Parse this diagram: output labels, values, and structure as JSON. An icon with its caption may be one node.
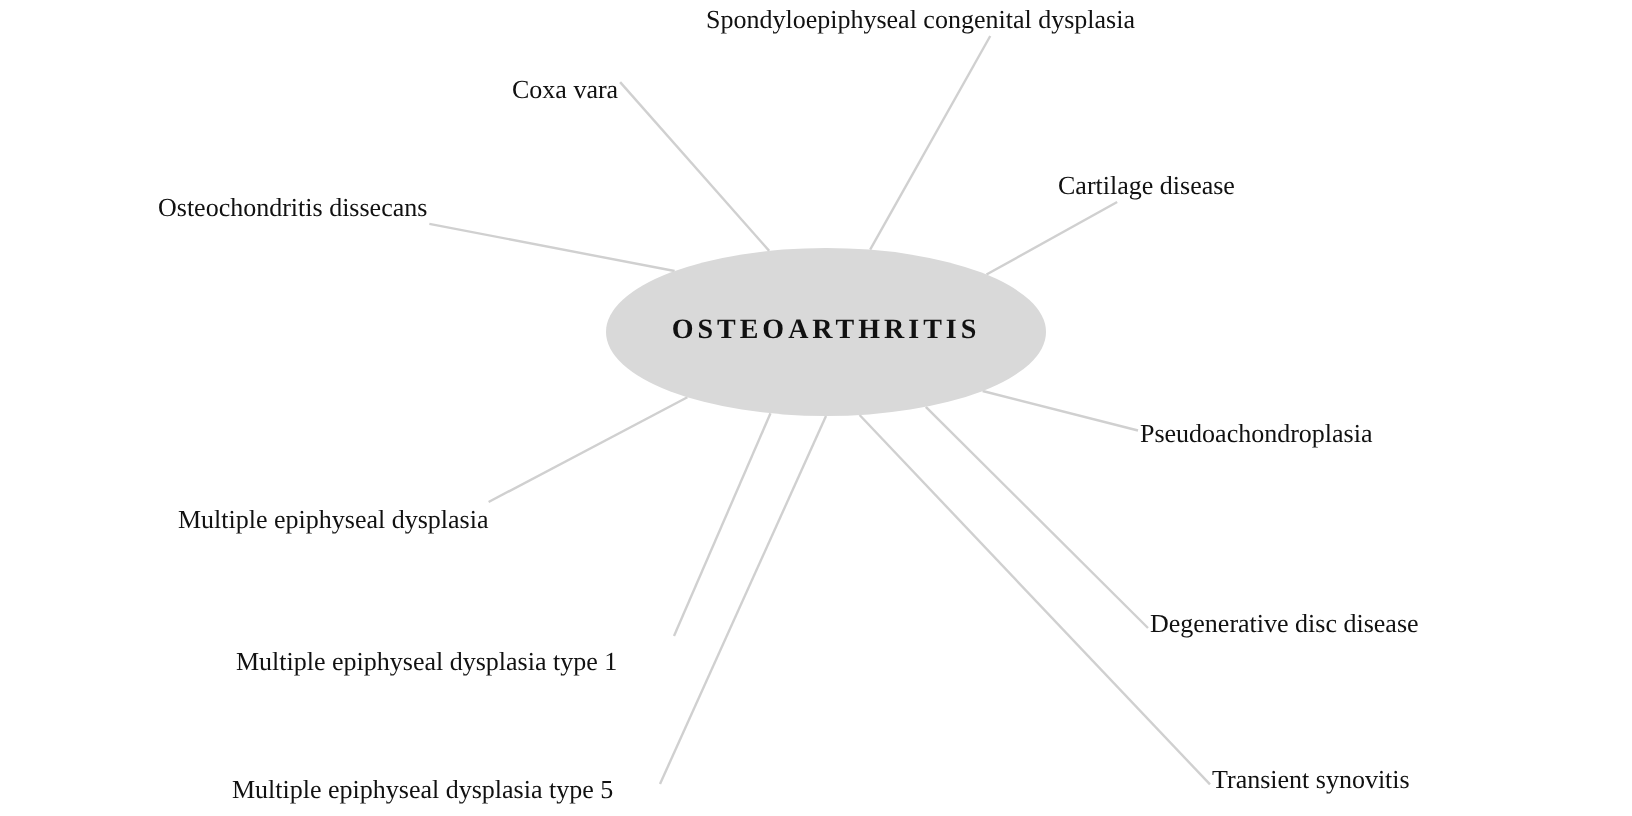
{
  "diagram": {
    "nodes": [
      {
        "text": [
          "OSTEOARTHRITIS"
        ]
      },
      {
        "text": [
          "Spondyloepiphyseal congenital dysplasia"
        ]
      },
      {
        "text": [
          "Coxa vara"
        ]
      },
      {
        "text": [
          "Cartilage disease"
        ]
      },
      {
        "text": [
          "Osteochondritis dissecans"
        ]
      },
      {
        "text": [
          "Pseudoachondroplasia"
        ]
      },
      {
        "text": [
          "Multiple epiphyseal dysplasia"
        ]
      },
      {
        "text": [
          "Degenerative disc disease"
        ]
      },
      {
        "text": [
          "Multiple epiphyseal dysplasia type 1"
        ]
      },
      {
        "text": [
          "Transient synovitis"
        ]
      },
      {
        "text": [
          "Multiple epiphyseal dysplasia type 5"
        ]
      }
    ],
    "edges": [
      {
        "from": 0,
        "to": 1,
        "arrow": "none"
      },
      {
        "from": 0,
        "to": 2,
        "arrow": "none"
      },
      {
        "from": 0,
        "to": 3,
        "arrow": "none"
      },
      {
        "from": 0,
        "to": 4,
        "arrow": "none"
      },
      {
        "from": 0,
        "to": 5,
        "arrow": "none"
      },
      {
        "from": 0,
        "to": 6,
        "arrow": "none"
      },
      {
        "from": 0,
        "to": 7,
        "arrow": "none"
      },
      {
        "from": 0,
        "to": 8,
        "arrow": "none"
      },
      {
        "from": 0,
        "to": 9,
        "arrow": "none"
      },
      {
        "from": 0,
        "to": 10,
        "arrow": "none"
      }
    ]
  }
}
